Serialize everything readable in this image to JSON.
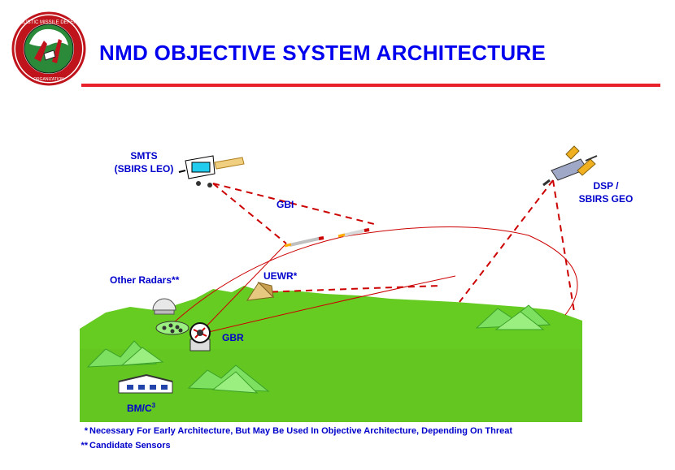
{
  "header": {
    "title": "NMD OBJECTIVE SYSTEM ARCHITECTURE",
    "logo_text": "BALLISTIC MISSILE DEFENSE",
    "logo_subtext": "ORGANIZATION"
  },
  "labels": {
    "smts_line1": "SMTS",
    "smts_line2": "(SBIRS LEO)",
    "dsp_line1": "DSP /",
    "dsp_line2": "SBIRS GEO",
    "gbi": "GBI",
    "uewr": "UEWR*",
    "other_radars": "Other Radars**",
    "gbr": "GBR",
    "bmc3_base": "BM/C",
    "bmc3_sup": "3"
  },
  "footnotes": [
    {
      "mark": "*",
      "text": "Necessary For Early Architecture, But May Be Used In Objective Architecture, Depending On Threat"
    },
    {
      "mark": "**",
      "text": "Candidate Sensors"
    }
  ],
  "colors": {
    "title": "#0000ee",
    "rule": "#e8202a",
    "ground": "#66cc22",
    "ground_side": "#2f8a1c",
    "label": "#0000cc",
    "track": "#cc0000"
  }
}
